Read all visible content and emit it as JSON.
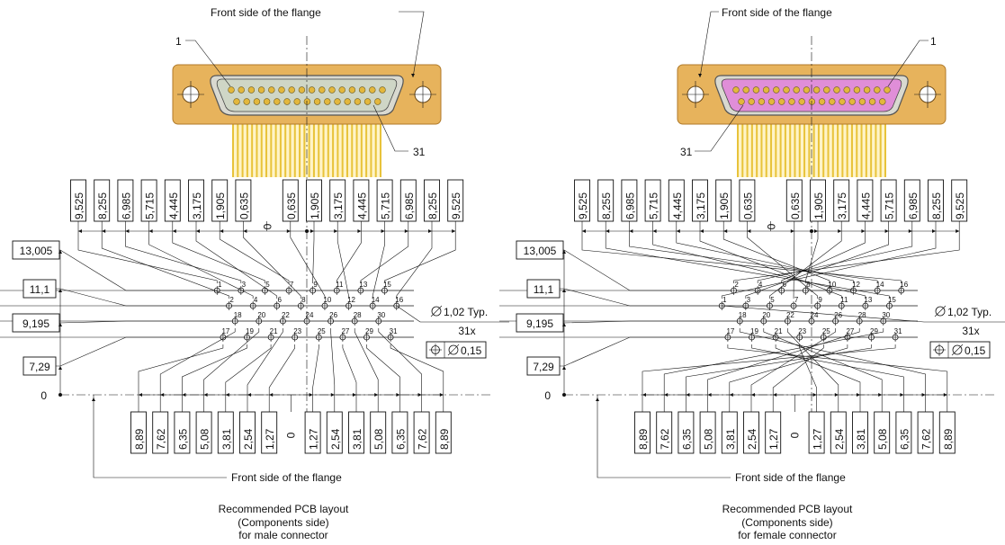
{
  "colors": {
    "flange": "#e7b35c",
    "flange_edge": "#b07a2a",
    "pins": "#e8c33a",
    "male_insert": "#cfd6c6",
    "female_insert": "#e08ed8",
    "contact": "#e3b73c"
  },
  "views": [
    {
      "id": "male",
      "top_label": "Front side of the flange",
      "callout_1": "1",
      "callout_31": "31",
      "x_top_labels": [
        "9,525",
        "8,255",
        "6,985",
        "5,715",
        "4,445",
        "3,175",
        "1,905",
        "0,635",
        "0",
        "0,635",
        "1,905",
        "3,175",
        "4,445",
        "5,715",
        "6,985",
        "8,255",
        "9,525"
      ],
      "x_bottom_labels": [
        "8,89",
        "7,62",
        "6,35",
        "5,08",
        "3,81",
        "2,54",
        "1,27",
        "0",
        "1,27",
        "2,54",
        "3,81",
        "5,08",
        "6,35",
        "7,62",
        "8,89"
      ],
      "y_labels": [
        "13,005",
        "11,1",
        "9,195",
        "7,29",
        "0"
      ],
      "row1_pins": [
        "1",
        "3",
        "5",
        "7",
        "9",
        "11",
        "13",
        "15"
      ],
      "row2_pins": [
        "2",
        "4",
        "6",
        "8",
        "10",
        "12",
        "14",
        "16"
      ],
      "row3_pins": [
        "18",
        "20",
        "22",
        "24",
        "26",
        "28",
        "30"
      ],
      "row4_pins": [
        "17",
        "19",
        "21",
        "23",
        "25",
        "27",
        "29",
        "31"
      ],
      "hole_note": "1,02 Typ.",
      "hole_count": "31x",
      "tolerance": "0,15",
      "bottom_label": "Front side of the flange",
      "caption_line1": "Recommended PCB layout",
      "caption_line2": "(Components side)",
      "caption_line3": "for male connector"
    },
    {
      "id": "female",
      "top_label": "Front side of the flange",
      "callout_1": "1",
      "callout_31": "31",
      "x_top_labels": [
        "9,525",
        "8,255",
        "6,985",
        "5,715",
        "4,445",
        "3,175",
        "1,905",
        "0,635",
        "0",
        "0,635",
        "1,905",
        "3,175",
        "4,445",
        "5,715",
        "6,985",
        "8,255",
        "9,525"
      ],
      "x_bottom_labels": [
        "8,89",
        "7,62",
        "6,35",
        "5,08",
        "3,81",
        "2,54",
        "1,27",
        "0",
        "1,27",
        "2,54",
        "3,81",
        "5,08",
        "6,35",
        "7,62",
        "8,89"
      ],
      "y_labels": [
        "13,005",
        "11,1",
        "9,195",
        "7,29",
        "0"
      ],
      "row1_pins": [
        "16",
        "14",
        "12",
        "10",
        "8",
        "6",
        "4",
        "2"
      ],
      "row2_pins": [
        "15",
        "13",
        "11",
        "9",
        "7",
        "5",
        "3",
        "1"
      ],
      "row3_pins": [
        "30",
        "28",
        "26",
        "24",
        "22",
        "20",
        "18"
      ],
      "row4_pins": [
        "31",
        "29",
        "27",
        "25",
        "23",
        "21",
        "19",
        "17"
      ],
      "hole_note": "1,02 Typ.",
      "hole_count": "31x",
      "tolerance": "0,15",
      "bottom_label": "Front side of the flange",
      "caption_line1": "Recommended PCB layout",
      "caption_line2": "(Components side)",
      "caption_line3": "for female connector"
    }
  ]
}
